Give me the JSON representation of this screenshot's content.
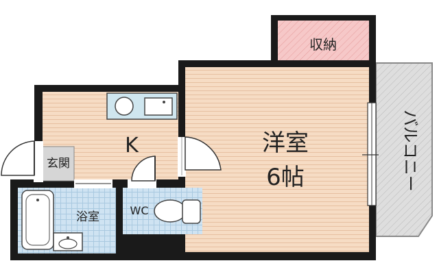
{
  "rooms": {
    "western_room": {
      "name": "洋室",
      "size": "6帖"
    },
    "kitchen": {
      "name": "K"
    },
    "storage": {
      "name": "収納"
    },
    "balcony": {
      "name": "バルコニー"
    },
    "entrance": {
      "name": "玄関"
    },
    "bathroom": {
      "name": "浴室"
    },
    "toilet": {
      "name": "WC"
    }
  },
  "colors": {
    "wall": "#1a1a1a",
    "floor_wood": "#f6dcc4",
    "floor_wood_line": "#e6bfa0",
    "storage_fill": "#f6c8c8",
    "storage_hatch": "#e59a9a",
    "bath_tile": "#cfe3f2",
    "bath_tile_line": "#a9c9e0",
    "balcony_fill": "#dedede",
    "balcony_hatch": "#b8b8b8",
    "entrance_fill": "#d6d6d6",
    "kitchen_counter": "#cfe6ef"
  }
}
